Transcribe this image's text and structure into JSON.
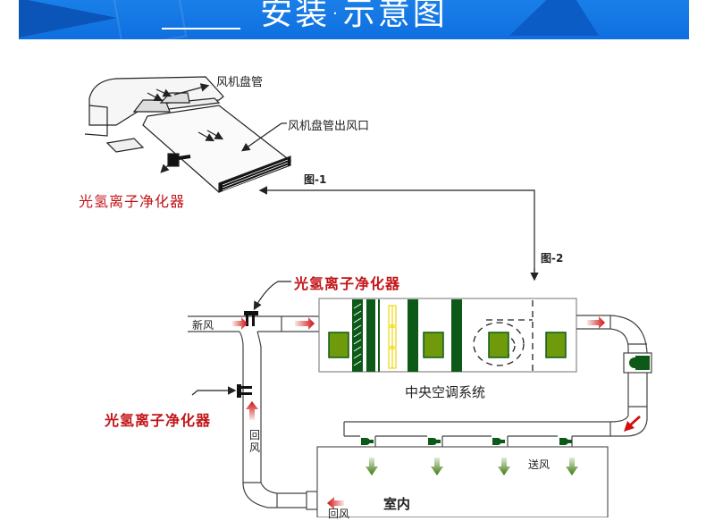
{
  "header": {
    "title": "安装·示意图",
    "background_color": "#1677e6"
  },
  "figure1": {
    "label_fan_coil": "风机盘管",
    "label_fan_coil_outlet": "风机盘管出风口",
    "label_purifier": "光氢离子净化器",
    "label_fig": "图-1"
  },
  "figure2": {
    "label_fig": "图-2",
    "label_purifier_top": "光氢离子净化器",
    "label_purifier_left": "光氢离子净化器",
    "label_fresh_air": "新风",
    "label_return_air_vertical": [
      "回",
      "风"
    ],
    "label_return_air_bottom": "回风",
    "label_central_ac": "中央空调系统",
    "label_supply_air": "送风",
    "label_indoor": "室内"
  },
  "colors": {
    "accent_red": "#c31418",
    "component_dark_green": "#0d5a18",
    "component_light_green": "#6e9a0c",
    "filter_yellow": "#f0d800",
    "arrow_red": "#d01010",
    "arrow_green": "#3d7a0a"
  }
}
